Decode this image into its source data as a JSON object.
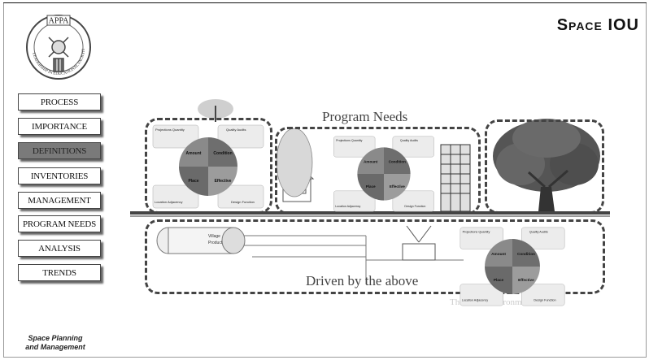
{
  "header": {
    "title": "Space IOU"
  },
  "logo": {
    "org_text": "APPA",
    "ring_text": "LEADERSHIP IN EDUCATIONAL FACILITIES"
  },
  "nav": {
    "items": [
      {
        "label": "PROCESS",
        "active": false
      },
      {
        "label": "IMPORTANCE",
        "active": false
      },
      {
        "label": "DEFINITIONS",
        "active": true
      },
      {
        "label": "INVENTORIES",
        "active": false
      },
      {
        "label": "MANAGEMENT",
        "active": false
      },
      {
        "label": "PROGRAM NEEDS",
        "active": false
      },
      {
        "label": "ANALYSIS",
        "active": false
      },
      {
        "label": "TRENDS",
        "active": false
      }
    ]
  },
  "footer": {
    "line1": "Space Planning",
    "line2": "and Management"
  },
  "diagram": {
    "program_needs_label": "Program Needs",
    "driven_label": "Driven by the above",
    "built_env_label": "The Built Environment",
    "wheel": {
      "q_amount": "Amount",
      "q_condition": "Condition",
      "q_place": "Place",
      "q_effective": "Effective",
      "c_top_left": "Projections Quantity",
      "c_top_right": "Quality Audits",
      "c_bot_left": "Location Adjacency",
      "c_bot_right": "Design Function"
    },
    "pipe_label_1": "Village",
    "pipe_label_2": "Product",
    "colors": {
      "wheel_tl": "#8a8a8a",
      "wheel_tr": "#6e6e6e",
      "wheel_bl": "#6a6a6a",
      "wheel_br": "#9c9c9c",
      "dash": "#444444"
    }
  }
}
